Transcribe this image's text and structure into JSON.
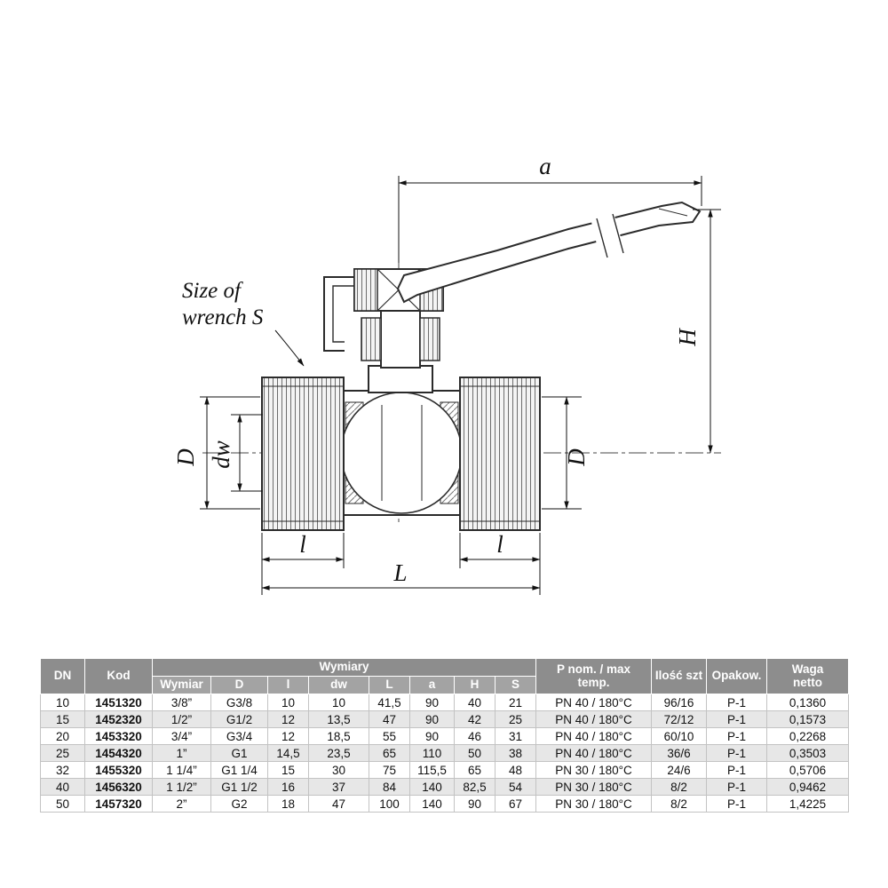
{
  "drawing": {
    "note_line1": "Size of",
    "note_line2": "wrench S",
    "dims": {
      "a": "a",
      "H": "H",
      "D_left": "D",
      "dw": "dw",
      "D_right": "D",
      "l_left": "l",
      "l_right": "l",
      "L": "L"
    }
  },
  "table": {
    "headers": {
      "dn": "DN",
      "kod": "Kod",
      "wymiary": "Wymiary",
      "sub": [
        "Wymiar",
        "D",
        "l",
        "dw",
        "L",
        "a",
        "H",
        "S"
      ],
      "pnom_line1": "P nom. / max",
      "pnom_line2": "temp.",
      "ilosc": "Ilość szt",
      "opakow": "Opakow.",
      "waga_line1": "Waga",
      "waga_line2": "netto"
    },
    "rows": [
      [
        "10",
        "1451320",
        "3/8”",
        "G3/8",
        "10",
        "10",
        "41,5",
        "90",
        "40",
        "21",
        "PN 40 / 180°C",
        "96/16",
        "P-1",
        "0,1360"
      ],
      [
        "15",
        "1452320",
        "1/2”",
        "G1/2",
        "12",
        "13,5",
        "47",
        "90",
        "42",
        "25",
        "PN 40 / 180°C",
        "72/12",
        "P-1",
        "0,1573"
      ],
      [
        "20",
        "1453320",
        "3/4”",
        "G3/4",
        "12",
        "18,5",
        "55",
        "90",
        "46",
        "31",
        "PN 40 / 180°C",
        "60/10",
        "P-1",
        "0,2268"
      ],
      [
        "25",
        "1454320",
        "1”",
        "G1",
        "14,5",
        "23,5",
        "65",
        "110",
        "50",
        "38",
        "PN 40 / 180°C",
        "36/6",
        "P-1",
        "0,3503"
      ],
      [
        "32",
        "1455320",
        "1 1/4”",
        "G1 1/4",
        "15",
        "30",
        "75",
        "115,5",
        "65",
        "48",
        "PN 30 / 180°C",
        "24/6",
        "P-1",
        "0,5706"
      ],
      [
        "40",
        "1456320",
        "1 1/2”",
        "G1 1/2",
        "16",
        "37",
        "84",
        "140",
        "82,5",
        "54",
        "PN 30 / 180°C",
        "8/2",
        "P-1",
        "0,9462"
      ],
      [
        "50",
        "1457320",
        "2”",
        "G2",
        "18",
        "47",
        "100",
        "140",
        "90",
        "67",
        "PN 30 / 180°C",
        "8/2",
        "P-1",
        "1,4225"
      ]
    ]
  },
  "colors": {
    "header_bg": "#8d8d8d",
    "subheader_bg": "#a3a3a3",
    "row_alt_bg": "#e7e7e7",
    "header_text": "#ffffff"
  }
}
